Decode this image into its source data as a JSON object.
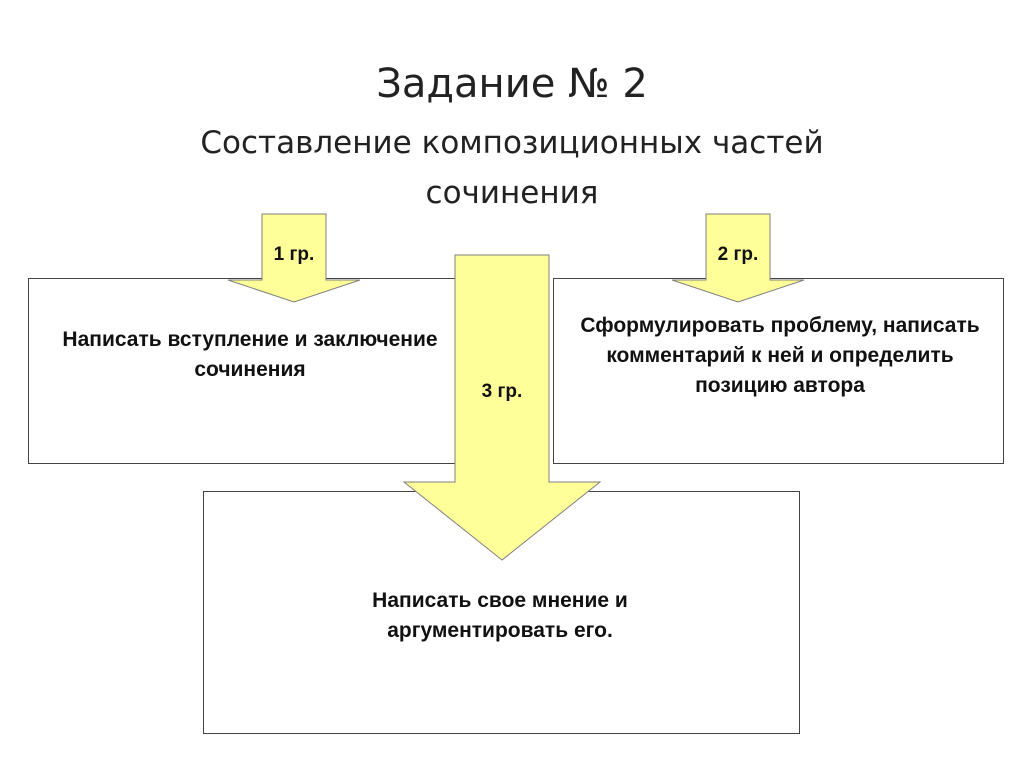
{
  "slide": {
    "title": "Задание № 2",
    "subtitle": "Составление композиционных частей сочинения"
  },
  "groups": [
    {
      "id": "g1",
      "label": "1 гр.",
      "task": "Написать вступление и заключение сочинения"
    },
    {
      "id": "g2",
      "label": "2 гр.",
      "task": "Сформулировать проблему, написать комментарий к ней и определить позицию автора"
    },
    {
      "id": "g3",
      "label": "3 гр.",
      "task": "Написать свое мнение и аргументировать его."
    }
  ],
  "colors": {
    "arrow_fill": "#FFFF99",
    "arrow_stroke": "#7F7F7F",
    "box_border": "#444444"
  }
}
